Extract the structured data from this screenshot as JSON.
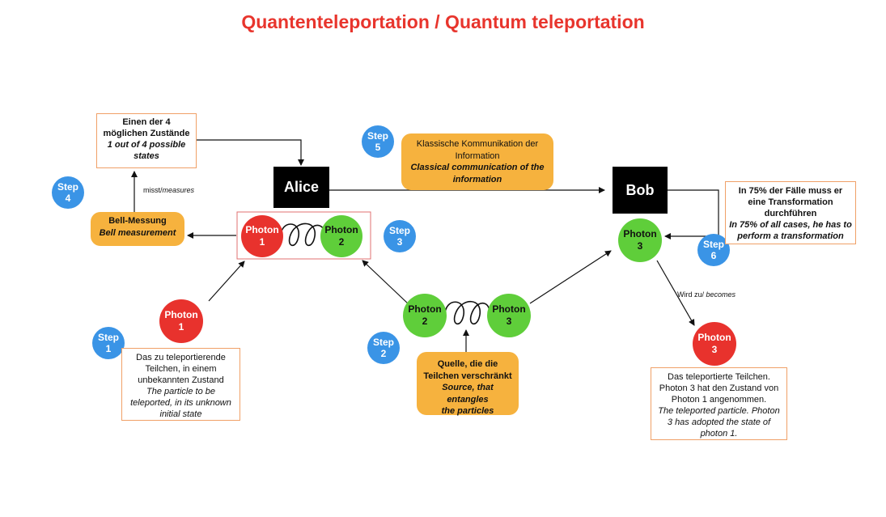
{
  "title": "Quantenteleportation / Quantum teleportation",
  "alice": "Alice",
  "bob": "Bob",
  "photons": {
    "p1_pair": [
      "Photon",
      "1"
    ],
    "p2_pair": [
      "Photon",
      "2"
    ],
    "p1_single": [
      "Photon",
      "1"
    ],
    "p2_source": [
      "Photon",
      "2"
    ],
    "p3_source": [
      "Photon",
      "3"
    ],
    "p3_bob": [
      "Photon",
      "3"
    ],
    "p3_final": [
      "Photon",
      "3"
    ]
  },
  "steps": {
    "s1": [
      "Step",
      "1"
    ],
    "s2": [
      "Step",
      "2"
    ],
    "s3": [
      "Step",
      "3"
    ],
    "s4": [
      "Step",
      "4"
    ],
    "s5": [
      "Step",
      "5"
    ],
    "s6": [
      "Step",
      "6"
    ]
  },
  "boxes": {
    "states": {
      "de1": "Einen der 4",
      "de2": "möglichen Zustände",
      "en1": "1 out of 4 possible",
      "en2": "states"
    },
    "bell": {
      "de": "Bell-Messung",
      "en": "Bell measurement"
    },
    "classical": {
      "de1": "Klassische Kommunikation der",
      "de2": "Information",
      "en1": "Classical communication of the",
      "en2": "information"
    },
    "transform": {
      "de1": "In 75% der Fälle muss er",
      "de2": "eine Transformation",
      "de3": "durchführen",
      "en1": "In 75% of all cases, he has to",
      "en2": "perform a transformation"
    },
    "particle": {
      "de1": "Das zu teleportierende",
      "de2": "Teilchen, in einem",
      "de3": "unbekannten Zustand",
      "en1": "The particle to be",
      "en2": "teleported, in its unknown",
      "en3": "initial state"
    },
    "source": {
      "de1": "Quelle, die die",
      "de2": "Teilchen verschränkt",
      "en1": "Source, that entangles",
      "en2": "the particles"
    },
    "teleported": {
      "de1": "Das teleportierte Teilchen.",
      "de2": "Photon 3 hat den Zustand von",
      "de3": "Photon 1 angenommen.",
      "en1": "The teleported particle. Photon",
      "en2": "3 has adopted the state of",
      "en3": "photon 1."
    }
  },
  "labels": {
    "measures_de": "misst/",
    "measures_en": "measures",
    "becomes_de": "Wird zu/ ",
    "becomes_en": "becomes"
  }
}
